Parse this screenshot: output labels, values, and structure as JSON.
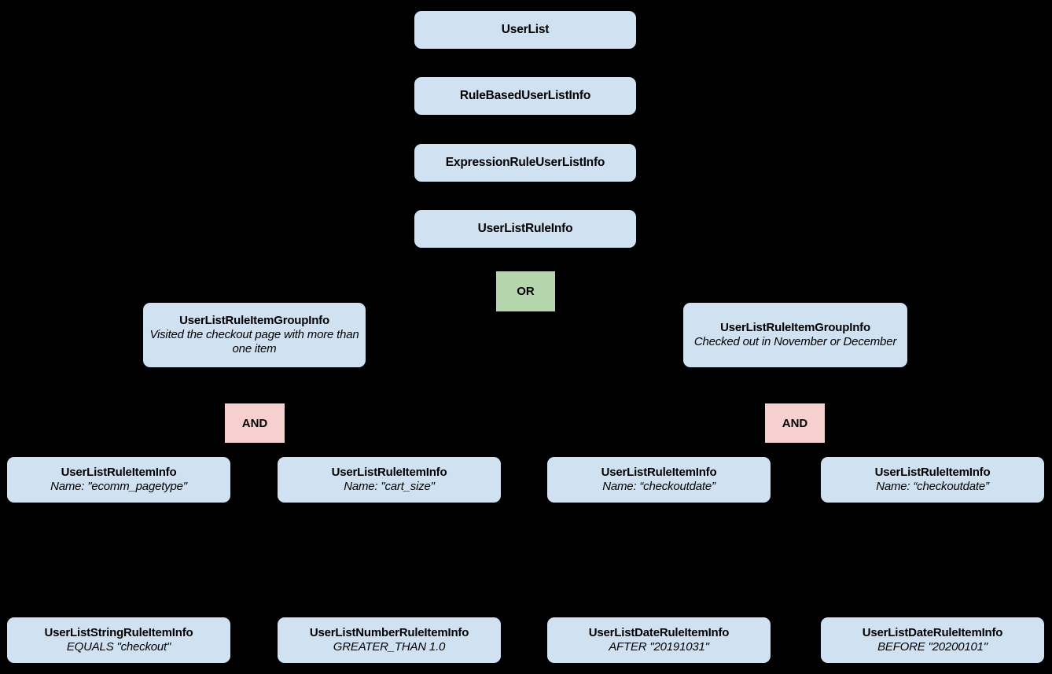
{
  "diagram": {
    "type": "hierarchy-tree",
    "background_color": "#000000",
    "node_color": "#d0e1f2",
    "or_badge_color": "#b5d6ad",
    "and_badge_color": "#f6cfcf",
    "text_color": "#000000"
  },
  "nodes": {
    "user_list": {
      "title": "UserList"
    },
    "rule_based_user_list_info": {
      "title": "RuleBasedUserListInfo"
    },
    "expression_rule_user_list_info": {
      "title": "ExpressionRuleUserListInfo"
    },
    "user_list_rule_info": {
      "title": "UserListRuleInfo"
    },
    "group_left": {
      "title": "UserListRuleItemGroupInfo",
      "sub": "Visited the checkout page with more than one item"
    },
    "group_right": {
      "title": "UserListRuleItemGroupInfo",
      "sub": "Checked out in November or December"
    },
    "item_1": {
      "title": "UserListRuleItemInfo",
      "sub": "Name: \"ecomm_pagetype\""
    },
    "item_2": {
      "title": "UserListRuleItemInfo",
      "sub": "Name: \"cart_size\""
    },
    "item_3": {
      "title": "UserListRuleItemInfo",
      "sub": "Name: “checkoutdate”"
    },
    "item_4": {
      "title": "UserListRuleItemInfo",
      "sub": "Name: “checkoutdate”"
    },
    "leaf_1": {
      "title": "UserListStringRuleItemInfo",
      "sub": "EQUALS \"checkout\""
    },
    "leaf_2": {
      "title": "UserListNumberRuleItemInfo",
      "sub": "GREATER_THAN 1.0"
    },
    "leaf_3": {
      "title": "UserListDateRuleItemInfo",
      "sub": "AFTER \"20191031\""
    },
    "leaf_4": {
      "title": "UserListDateRuleItemInfo",
      "sub": "BEFORE \"20200101\""
    }
  },
  "operators": {
    "or": {
      "label": "OR"
    },
    "and_left": {
      "label": "AND"
    },
    "and_right": {
      "label": "AND"
    }
  }
}
